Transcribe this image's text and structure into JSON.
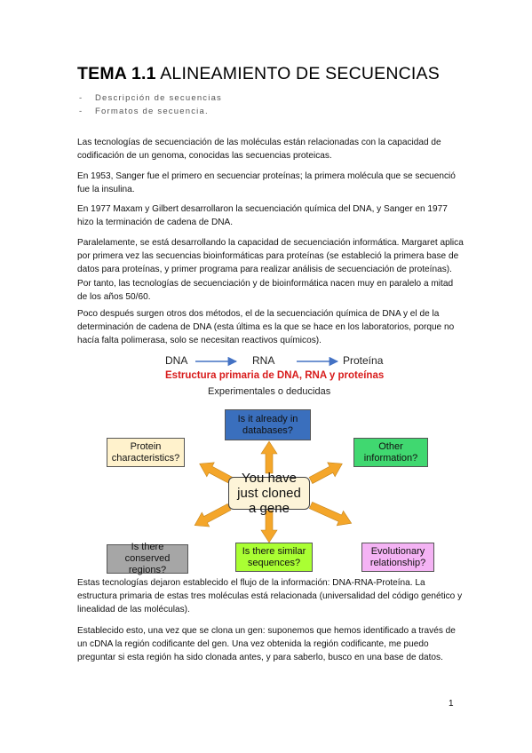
{
  "title": {
    "number": "TEMA 1.1",
    "text": "ALINEAMIENTO DE SECUENCIAS"
  },
  "bullets": [
    "Descripción de secuencias",
    "Formatos de secuencia."
  ],
  "paragraphs": [
    "Las tecnologías de secuenciación de las moléculas están relacionadas con la capacidad de codificación de un genoma, conocidas las secuencias proteicas.",
    "En 1953, Sanger fue el primero en secuenciar proteínas; la primera molécula que se secuenció fue la insulina.",
    "En 1977 Maxam y Gilbert desarrollaron la secuenciación química del DNA, y Sanger en 1977 hizo la terminación de cadena de DNA.",
    "Paralelamente, se está desarrollando la capacidad de secuenciación informática. Margaret aplica por primera vez las secuencias bioinformáticas para proteínas (se estableció la primera base de datos para proteínas, y primer programa para realizar análisis de secuenciación de proteínas). Por tanto, las tecnologías de secuenciación y de bioinformática nacen muy en paralelo a mitad de los años 50/60.",
    "Poco después surgen otros dos métodos, el de la secuenciación química de DNA y el de la determinación de cadena de DNA (esta última es la que se hace en los laboratorios, porque no hacía falta polimerasa, solo se necesitan reactivos químicos).",
    "Estas tecnologías dejaron establecido el flujo de la información: DNA-RNA-Proteína. La estructura primaria de estas tres moléculas está relacionada (universalidad del código genético y linealidad de las moléculas).",
    "Establecido esto, una vez que se clona un gen: suponemos que hemos identificado a través de un cDNA la región codificante del gen. Una vez obtenida la región codificante, me puedo preguntar si esta región ha sido clonada antes, y para saberlo, busco en una base de datos."
  ],
  "figure": {
    "flow": [
      "DNA",
      "RNA",
      "Proteína"
    ],
    "subtitle_red": "Estructura primaria de DNA, RNA y proteínas",
    "subtitle": "Experimentales o deducidas",
    "center": "You have just cloned a gene",
    "boxes": {
      "top": "Is it already in databases?",
      "left": "Protein characteristics?",
      "right": "Other information?",
      "bottom_left": "Is there conserved regions?",
      "bottom": "Is there similar sequences?",
      "bottom_right": "Evolutionary relationship?"
    },
    "colors": {
      "top": "#3a6fbd",
      "left": "#fff2cc",
      "right": "#40d870",
      "bottom_left": "#a6a6a6",
      "bottom": "#aaff33",
      "bottom_right": "#f4b3f4",
      "center": "#fdf4d8",
      "arrow": "#f4a62a",
      "flow_arrow": "#4472c4",
      "red": "#d81c1c"
    }
  },
  "page_number": "1"
}
